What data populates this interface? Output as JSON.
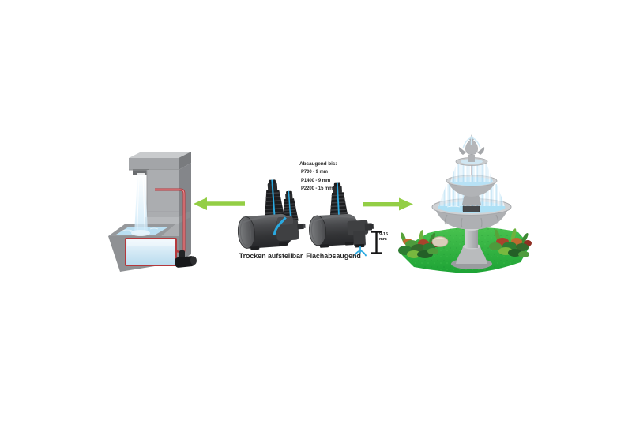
{
  "diagram": {
    "pumps": [
      {
        "label": "Trocken aufstellbar"
      },
      {
        "label": "Flachabsaugend"
      }
    ],
    "suction_spec": {
      "title": "Absaugend bis:",
      "lines": [
        "P700 - 9 mm",
        "P1400 - 9 mm",
        "P2200 - 15 mm"
      ]
    },
    "measurement": {
      "value": "9-15",
      "unit": "mm"
    }
  },
  "colors": {
    "background": "#ffffff",
    "arrow_green": "#93ce45",
    "tube_red": "#b5383c",
    "pump_body_dark": "#3a3b3d",
    "nozzle_black": "#1c1d1f",
    "water_line_blue": "#2aa9e0",
    "basin_water_blue": "#badff2",
    "grass_green": "#2fb33c",
    "stone_gray": "#c6c8ca"
  }
}
